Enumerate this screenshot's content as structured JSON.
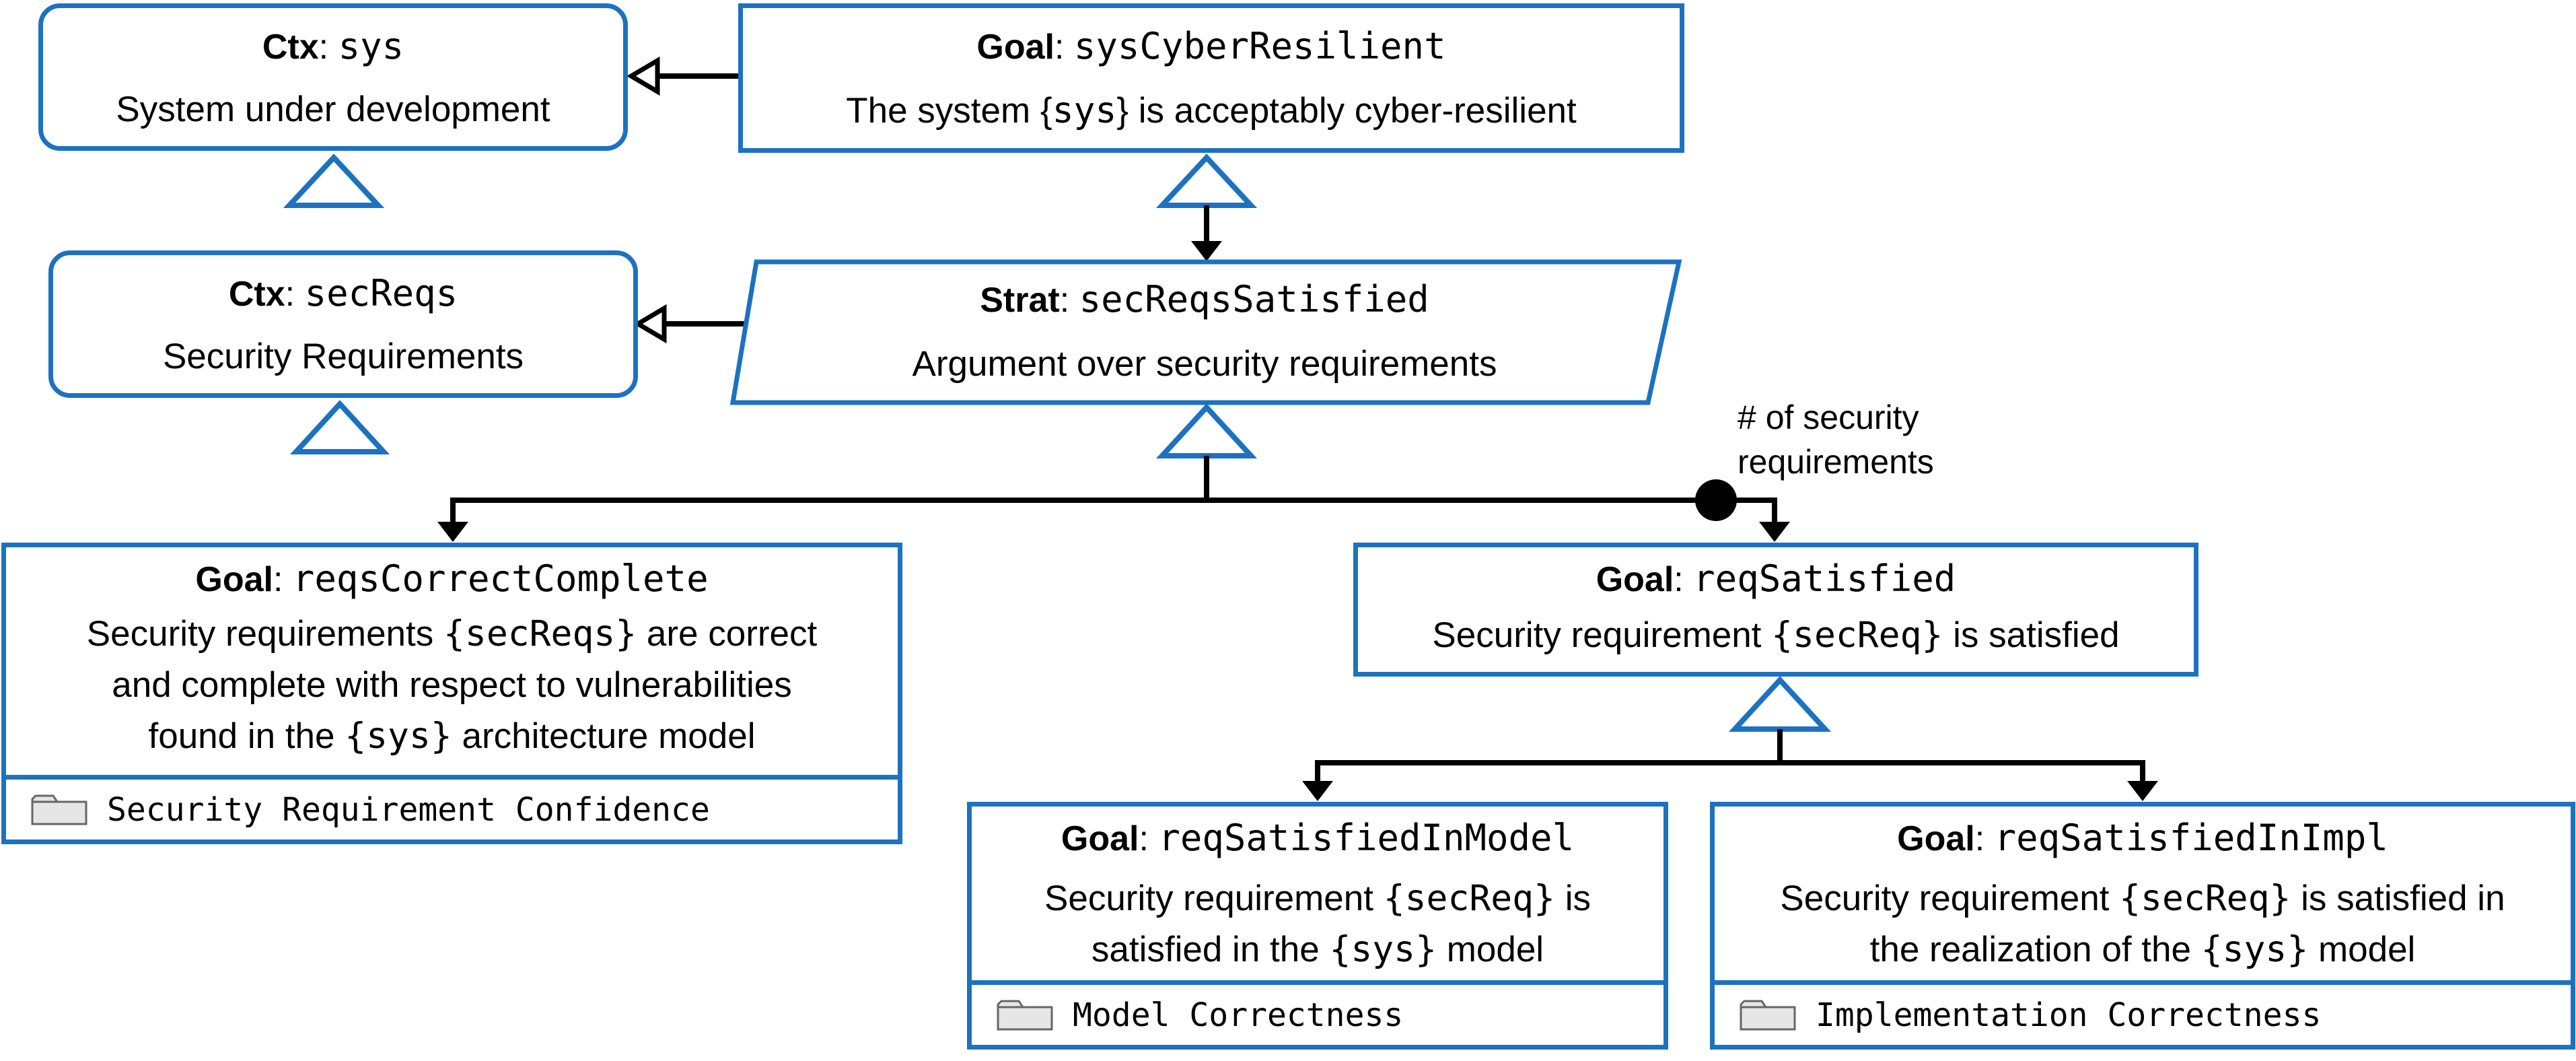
{
  "nodes": {
    "ctx_sys": {
      "kind": "Ctx",
      "id": "sys",
      "desc": "System under development"
    },
    "goal_top": {
      "kind": "Goal",
      "id": "sysCyberResilient",
      "desc": [
        "The system ",
        "{",
        "sys",
        "}",
        " is acceptably cyber-resilient"
      ]
    },
    "ctx_secreqs": {
      "kind": "Ctx",
      "id": "secReqs",
      "desc": "Security Requirements"
    },
    "strat": {
      "kind": "Strat",
      "id": "secReqsSatisfied",
      "desc": "Argument over security requirements"
    },
    "goal_correct": {
      "kind": "Goal",
      "id": "reqsCorrectComplete",
      "line1a": "Security requirements ",
      "line1b": "{secReqs}",
      "line1c": " are correct",
      "line2": "and complete with respect to vulnerabilities",
      "line3a": "found in the ",
      "line3b": "{sys}",
      "line3c": " architecture model",
      "module": "Security Requirement Confidence"
    },
    "goal_req": {
      "kind": "Goal",
      "id": "reqSatisfied",
      "line1a": "Security requirement ",
      "line1b": "{secReq}",
      "line1c": " is satisfied"
    },
    "goal_model": {
      "kind": "Goal",
      "id": "reqSatisfiedInModel",
      "line1a": "Security requirement ",
      "line1b": "{secReq}",
      "line1c": " is",
      "line2a": "satisfied in the ",
      "line2b": "{sys}",
      "line2c": " model",
      "module": "Model Correctness"
    },
    "goal_impl": {
      "kind": "Goal",
      "id": "reqSatisfiedInImpl",
      "line1a": "Security requirement ",
      "line1b": "{secReq}",
      "line1c": " is satisfied in",
      "line2a": "the realization of the ",
      "line2b": "{sys}",
      "line2c": " model",
      "module": "Implementation Correctness"
    }
  },
  "annotation": {
    "line1": "# of security",
    "line2": "requirements"
  },
  "colors": {
    "accent": "#1c72c0",
    "line": "#000000"
  }
}
